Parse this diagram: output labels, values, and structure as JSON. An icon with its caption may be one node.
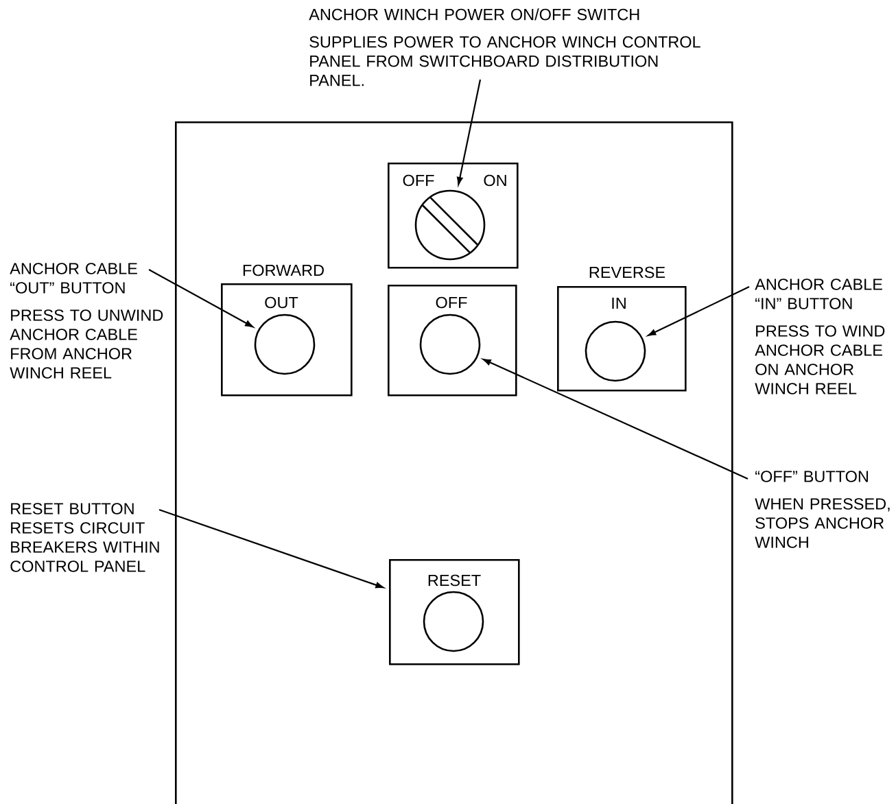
{
  "diagram": {
    "nodes": [
      {
        "text": [
          "ANCHOR WINCH POWER ON/OFF SWITCH",
          "SUPPLIES POWER TO ANCHOR WINCH CONTROL PANEL FROM SWITCHBOARD DISTRIBUTION PANEL."
        ]
      },
      {
        "text": [],
        "shape": "box"
      },
      {
        "text": [
          "OFF",
          "ON"
        ],
        "in": 1
      },
      {
        "text": [],
        "shape": "circle",
        "in": 2
      },
      {
        "text": [
          "FORWARD",
          "OUT"
        ],
        "in": 1
      },
      {
        "text": [],
        "shape": "circle",
        "in": 4
      },
      {
        "text": [
          "OFF"
        ],
        "in": 1
      },
      {
        "text": [],
        "shape": "circle",
        "in": 6
      },
      {
        "text": [
          "REVERSE",
          "IN"
        ],
        "in": 1
      },
      {
        "text": [],
        "shape": "circle",
        "in": 8
      },
      {
        "text": [
          "RESET"
        ],
        "in": 1
      },
      {
        "text": [],
        "shape": "circle",
        "in": 10
      },
      {
        "text": [
          "ANCHOR CABLE “OUT” BUTTON",
          "PRESS TO UNWIND ANCHOR CABLE FROM ANCHOR WINCH REEL"
        ]
      },
      {
        "text": [
          "ANCHOR CABLE “IN” BUTTON",
          "PRESS TO WIND ANCHOR CABLE ON ANCHOR WINCH REEL"
        ]
      },
      {
        "text": [
          "“OFF” BUTTON",
          "WHEN PRESSED, STOPS ANCHOR WINCH"
        ]
      },
      {
        "text": [
          "RESET BUTTON RESETS CIRCUIT BREAKERS WITHIN CONTROL PANEL"
        ]
      }
    ],
    "edges": [
      {
        "from": 0,
        "to": 3,
        "arrow": "to"
      },
      {
        "from": 12,
        "to": 5,
        "arrow": "to"
      },
      {
        "from": 13,
        "to": 9,
        "arrow": "to"
      },
      {
        "from": 14,
        "to": 7,
        "arrow": "to"
      },
      {
        "from": 15,
        "to": 10,
        "arrow": "to"
      }
    ]
  }
}
